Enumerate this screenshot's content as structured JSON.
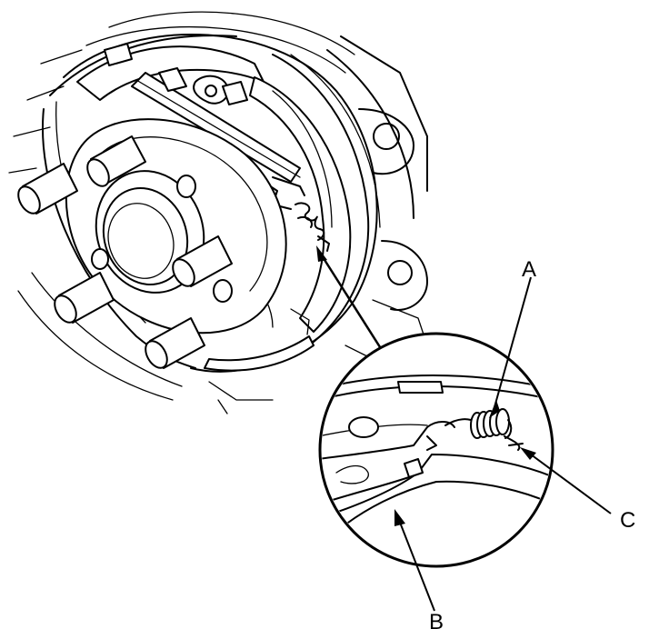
{
  "diagram": {
    "callouts": [
      {
        "id": "A",
        "label": "A"
      },
      {
        "id": "B",
        "label": "B"
      },
      {
        "id": "C",
        "label": "C"
      }
    ]
  }
}
